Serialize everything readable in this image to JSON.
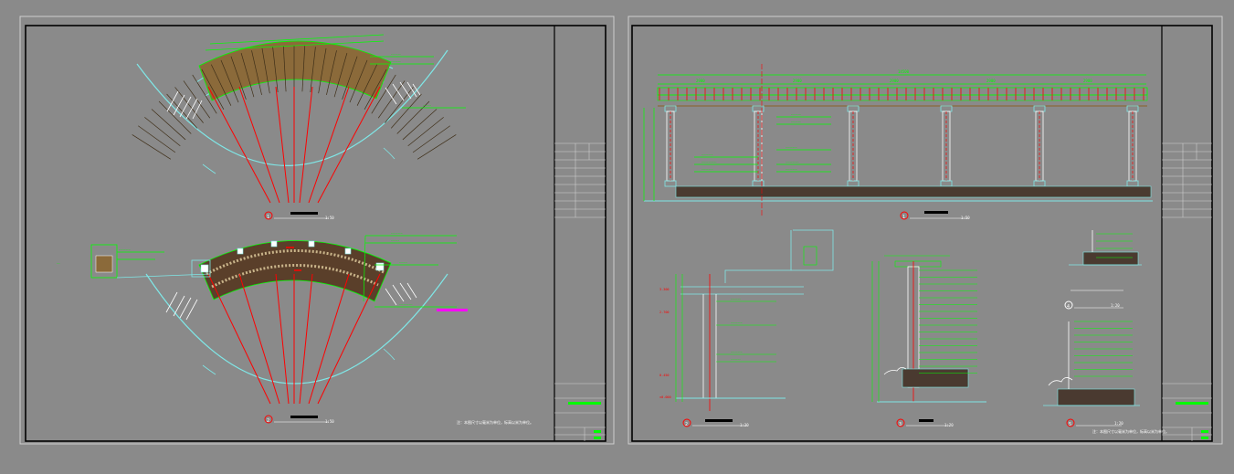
{
  "colors": {
    "background": "#8a8a8a",
    "frame": "#000000",
    "dimension": "#00ff00",
    "axis": "#ff0000",
    "outline": "#7fe7e7",
    "wood": "#8b6a3a",
    "stone": "#5a3f2a",
    "highlight": "#ff00ff",
    "label_bar": "#00ff00"
  },
  "sheet_left": {
    "sections": [
      {
        "tag": "1",
        "scale": "1:50"
      },
      {
        "tag": "2",
        "scale": "1:50"
      }
    ],
    "note": "注：本图尺寸以毫米为单位，标高以米为单位。"
  },
  "sheet_right": {
    "dims_top": [
      "2900",
      "2900",
      "2900",
      "2900",
      "2900"
    ],
    "overall_dim": "14500",
    "sections": [
      {
        "tag": "1",
        "scale": "1:50"
      },
      {
        "tag": "2",
        "scale": "1:20"
      },
      {
        "tag": "3",
        "scale": "1:20"
      },
      {
        "tag": "4",
        "scale": "1:20"
      },
      {
        "tag": "5",
        "scale": "1:20"
      }
    ],
    "note": "注：本图尺寸以毫米为单位，标高以米为单位。",
    "level_marks": [
      "3.300",
      "2.700",
      "0.450",
      "±0.000"
    ]
  }
}
